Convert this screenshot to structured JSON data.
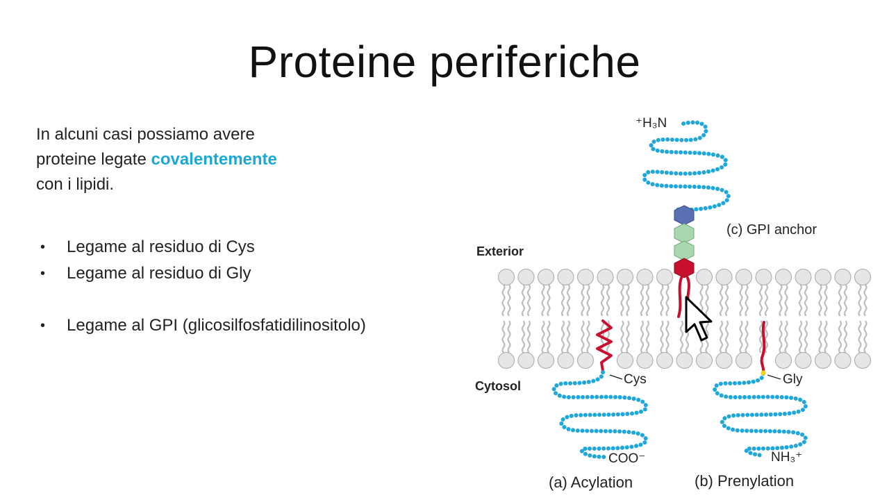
{
  "slide": {
    "title": "Proteine periferiche",
    "intro": {
      "line1": "In alcuni casi possiamo avere",
      "line2_pre": "proteine legate ",
      "line2_highlight": "covalentemente",
      "line3": "con i lipidi."
    },
    "bullets_group1": [
      "Legame al residuo di Cys",
      "Legame al residuo di Gly"
    ],
    "bullets_group2": [
      "Legame al GPI (glicosilfosfatidilinositolo)"
    ],
    "highlight_color": "#1ba8d6"
  },
  "diagram": {
    "labels": {
      "exterior": "Exterior",
      "cytosol": "Cytosol",
      "gpi_anchor": "(c) GPI anchor",
      "h3n": "⁺H₃N",
      "cys": "Cys",
      "gly": "Gly",
      "coo": "COO⁻",
      "nh3": "NH₃⁺",
      "acylation": "(a) Acylation",
      "prenylation": "(b) Prenylation"
    },
    "colors": {
      "protein_chain": "#1fa7dc",
      "lipid_anchor": "#c8102e",
      "gpi_sugar_green": "#a9d8b0",
      "gpi_sugar_blue": "#5b6fb5",
      "lipid_head": "#e6e6e6",
      "lipid_tail": "#bdbdbd",
      "gly_residue": "#f2d21b"
    },
    "cursor": "mouse-pointer-icon"
  }
}
